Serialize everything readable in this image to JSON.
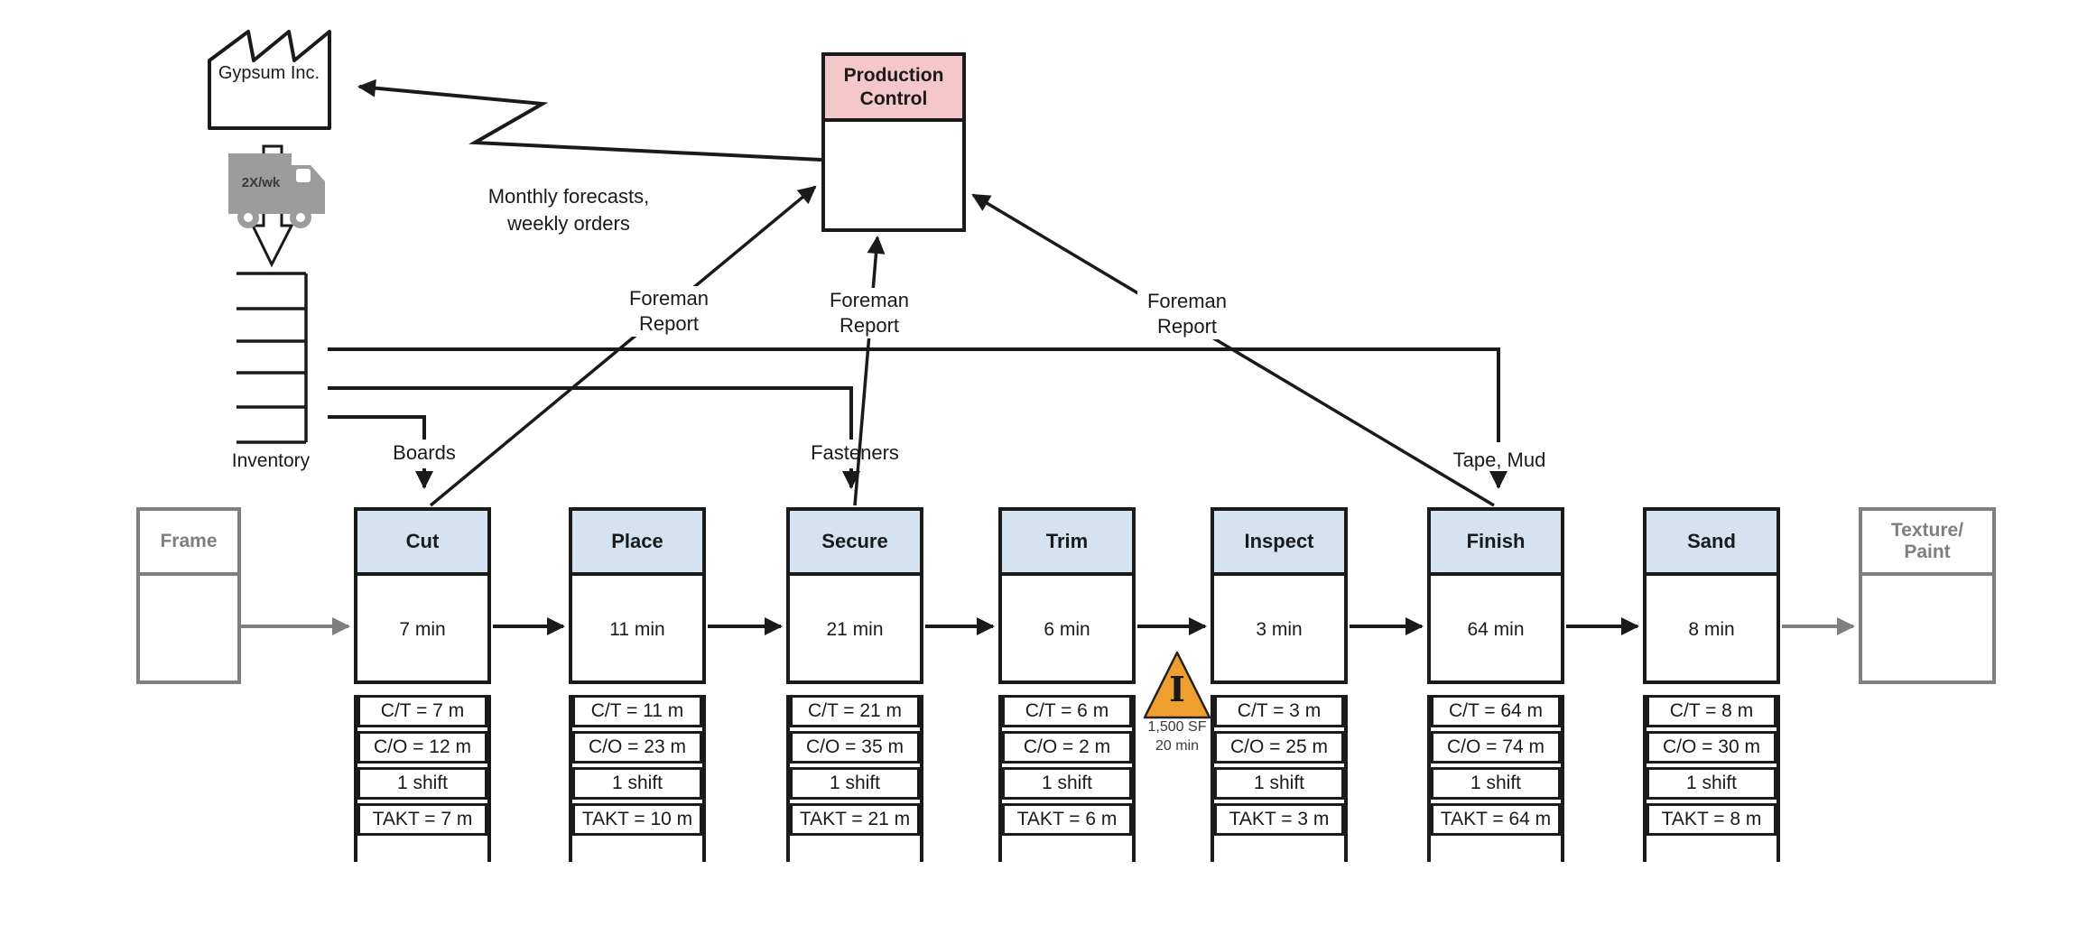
{
  "supplier": {
    "name": "Gypsum Inc.",
    "delivery_frequency": "2X/wk",
    "inventory_label": "Inventory"
  },
  "production_control": {
    "title": "Production Control"
  },
  "info_flows": {
    "forecast_label": "Monthly forecasts, weekly orders",
    "foreman_reports": [
      "Foreman Report",
      "Foreman Report",
      "Foreman Report"
    ]
  },
  "material_labels": {
    "boards": "Boards",
    "fasteners": "Fasteners",
    "tape_mud": "Tape, Mud"
  },
  "buffer": {
    "symbol": "I",
    "size": "1,500 SF",
    "time": "20 min"
  },
  "colors": {
    "process_header_blue": "#d5e3f1",
    "control_header_pink": "#f4c7cb",
    "external_gray": "#7f7f7f",
    "buffer_orange": "#f0a030",
    "line_black": "#1a1a1a"
  },
  "processes": [
    {
      "name": "Frame",
      "type": "external"
    },
    {
      "name": "Cut",
      "time": "7 min",
      "data": [
        "C/T = 7 m",
        "C/O = 12 m",
        "1 shift",
        "TAKT = 7 m"
      ]
    },
    {
      "name": "Place",
      "time": "11 min",
      "data": [
        "C/T = 11 m",
        "C/O = 23 m",
        "1 shift",
        "TAKT = 10 m"
      ]
    },
    {
      "name": "Secure",
      "time": "21 min",
      "data": [
        "C/T = 21 m",
        "C/O = 35 m",
        "1 shift",
        "TAKT = 21 m"
      ]
    },
    {
      "name": "Trim",
      "time": "6 min",
      "data": [
        "C/T = 6 m",
        "C/O = 2 m",
        "1 shift",
        "TAKT = 6 m"
      ]
    },
    {
      "name": "Inspect",
      "time": "3 min",
      "data": [
        "C/T = 3 m",
        "C/O = 25 m",
        "1 shift",
        "TAKT = 3 m"
      ]
    },
    {
      "name": "Finish",
      "time": "64 min",
      "data": [
        "C/T = 64 m",
        "C/O = 74 m",
        "1 shift",
        "TAKT = 64 m"
      ]
    },
    {
      "name": "Sand",
      "time": "8 min",
      "data": [
        "C/T = 8 m",
        "C/O = 30 m",
        "1 shift",
        "TAKT = 8 m"
      ]
    },
    {
      "name": "Texture/ Paint",
      "type": "external"
    }
  ]
}
